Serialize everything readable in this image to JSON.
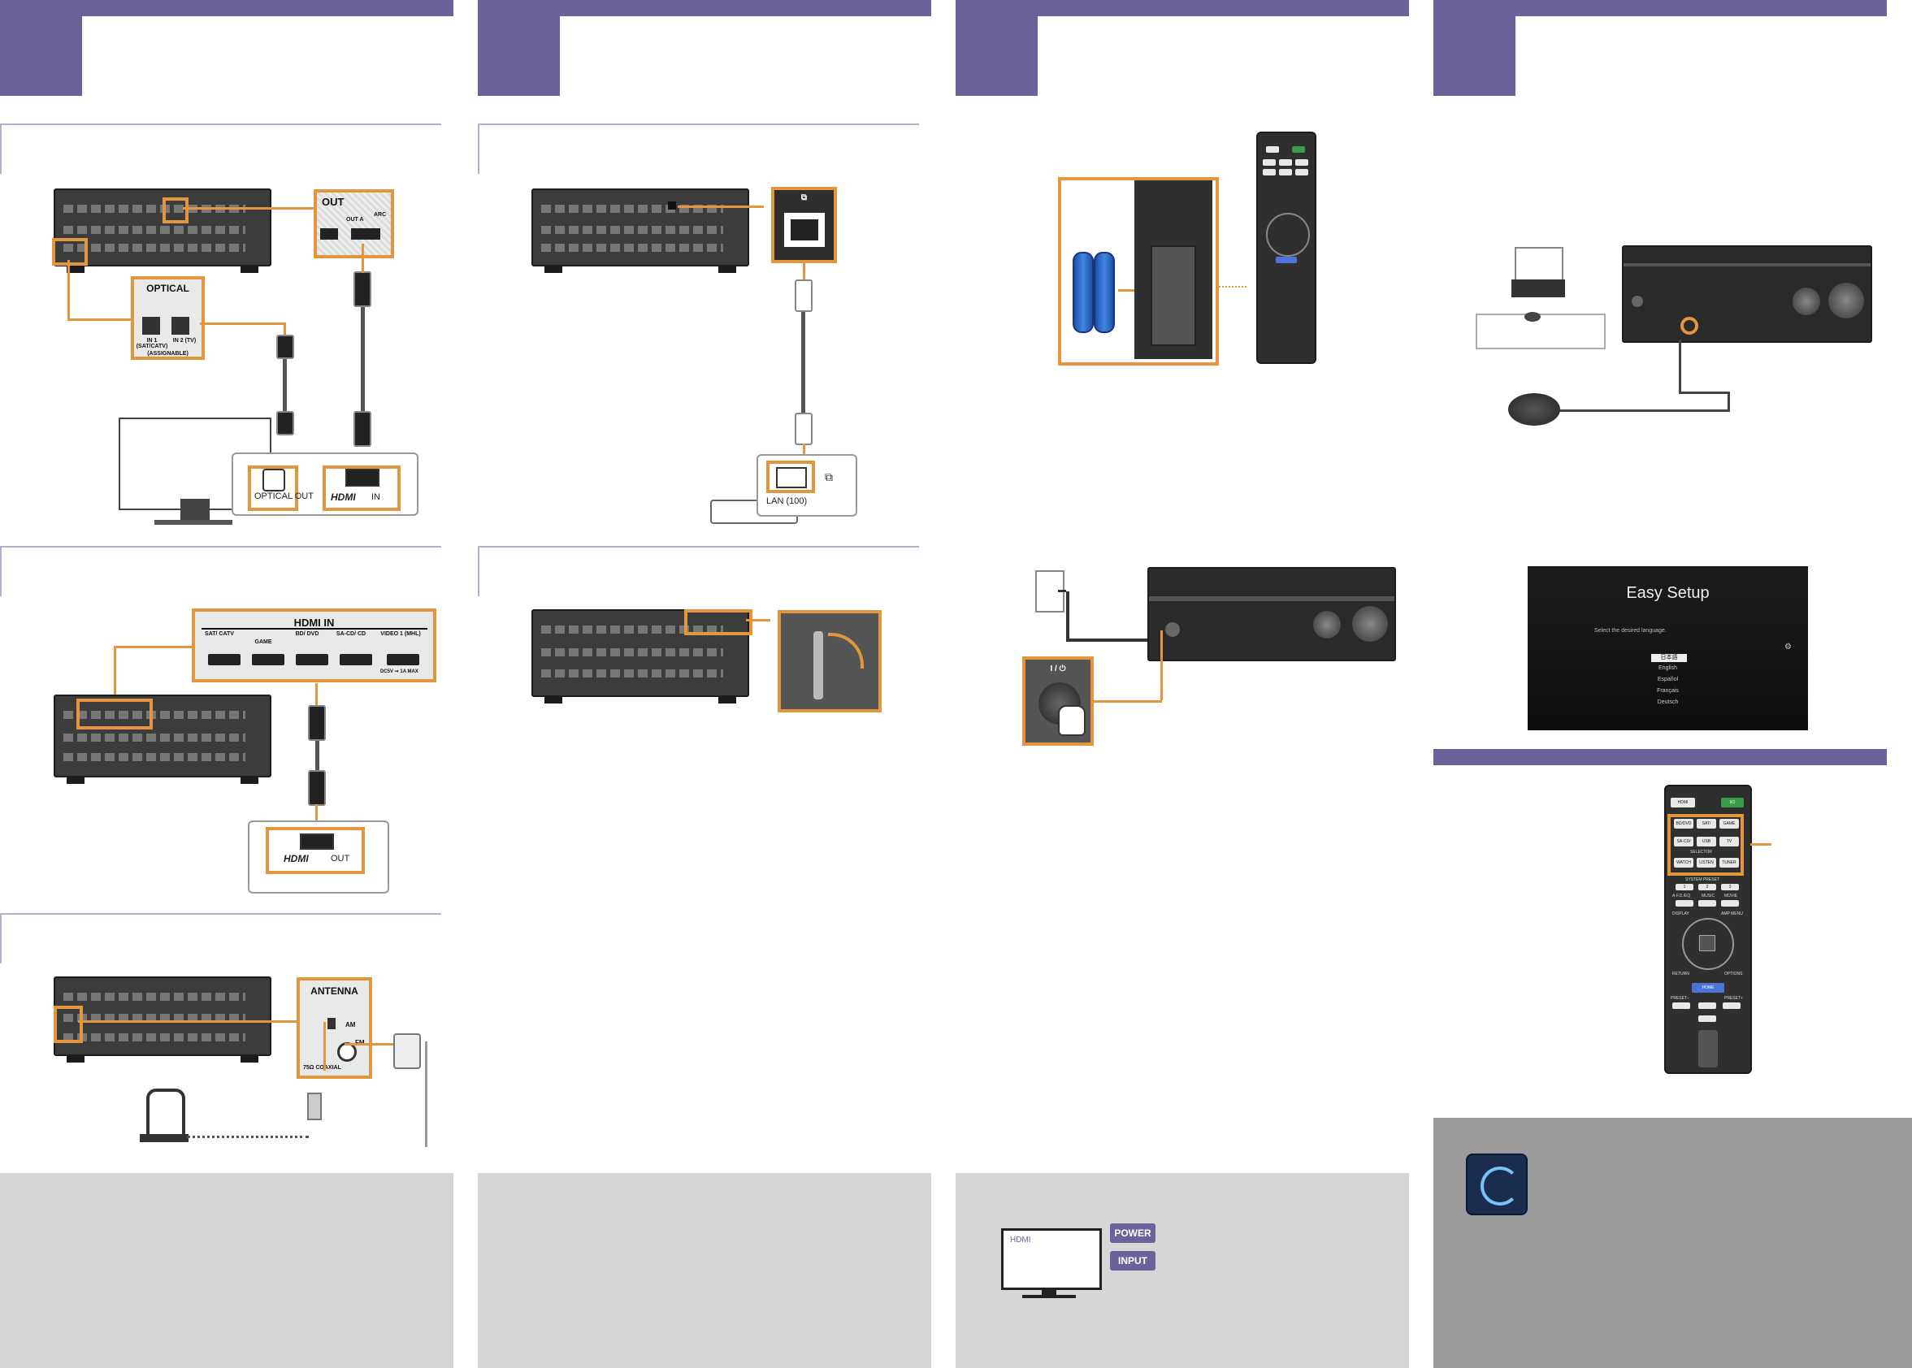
{
  "colors": {
    "accent": "#6a6399",
    "highlight": "#e3963d",
    "grey_panel": "#d6d6d6"
  },
  "connections": {
    "tv_box": {
      "optical_out": "OPTICAL OUT",
      "hdmi_in": "IN"
    },
    "optical_panel": {
      "title": "OPTICAL",
      "in1": "IN 1 (SAT/CATV)",
      "in2": "IN 2 (TV)",
      "note": "(ASSIGNABLE)"
    },
    "hdmi_out_panel": {
      "title": "OUT",
      "out_a": "OUT A",
      "arc": "ARC"
    },
    "hdmi_in_panel": {
      "title": "HDMI IN",
      "ports": [
        "SAT/ CATV",
        "GAME",
        "BD/ DVD",
        "SA-CD/ CD",
        "VIDEO 1 (MHL)"
      ],
      "note": "DC5V ➞ 1A MAX"
    },
    "player_box": {
      "hdmi_out": "OUT"
    },
    "antenna_panel": {
      "title": "ANTENNA",
      "am": "AM",
      "fm": "FM",
      "coax": "75Ω COAXIAL"
    },
    "lan_box": {
      "label": "LAN (100)"
    }
  },
  "power": {
    "button_label": "I / ⏻"
  },
  "easy_setup": {
    "title": "Easy Setup",
    "prompt": "Select the desired language.",
    "languages": [
      "日本語",
      "English",
      "Español",
      "Français",
      "Deutsch"
    ]
  },
  "tv": {
    "input_label": "HDMI",
    "power_button": "POWER",
    "input_button": "INPUT"
  },
  "remote": {
    "top": [
      "HDMI OUTPUT",
      "I/⏻"
    ],
    "inputs": [
      "BD/DVD",
      "SAT/ CATV",
      "GAME",
      "SA-CD/ CD",
      "USB",
      "TV",
      "WATCH",
      "LISTEN",
      "TUNER"
    ],
    "selector": "SELECTOR",
    "preset_label": "SYSTEM PRESET",
    "preset_nums": [
      "1",
      "2",
      "3"
    ],
    "row2": [
      "A.F.D./EQ",
      "MUSIC",
      "MOVIE"
    ],
    "display": "DISPLAY",
    "amp_menu": "AMP MENU",
    "return": "RETURN",
    "options": "OPTIONS",
    "home": "HOME",
    "preset_minus": "PRESET–",
    "preset_plus": "PRESET+"
  }
}
